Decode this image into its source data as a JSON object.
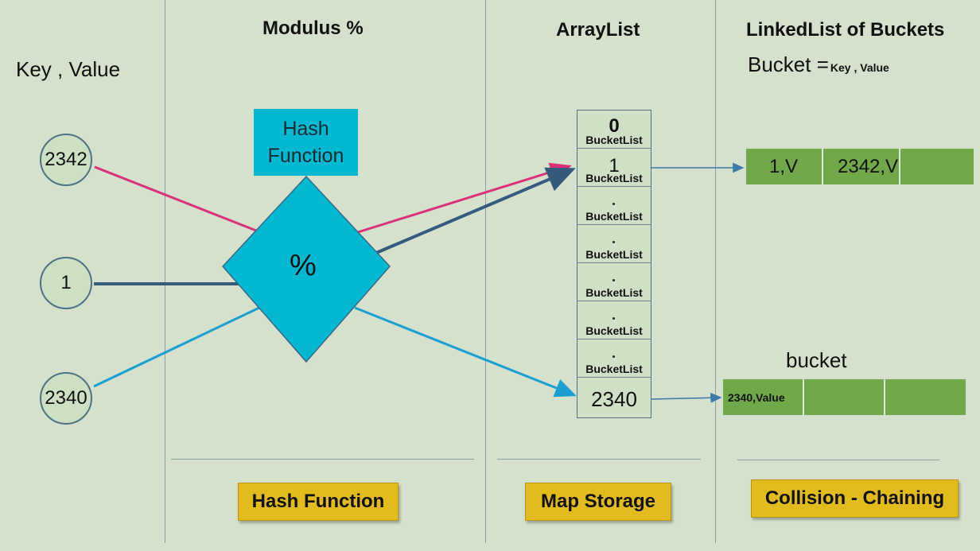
{
  "columns": {
    "input_label": "Key , Value",
    "modulus_heading": "Modulus %",
    "arraylist_heading": "ArrayList",
    "linkedlist_heading": "LinkedList of Buckets",
    "bucket_def": "Bucket =",
    "bucket_def_small": "Key , Value"
  },
  "keys": [
    "2342",
    "1",
    "2340"
  ],
  "hash_function": {
    "box_label": "Hash Function",
    "operator": "%"
  },
  "array": {
    "cell_label": "BucketList",
    "indices": [
      "0",
      "1",
      "2340"
    ]
  },
  "chains": {
    "row1": [
      "1,V",
      "2342,V",
      ""
    ],
    "bucket_label": "bucket",
    "row2": [
      "2340,Value",
      "",
      ""
    ]
  },
  "buttons": {
    "hash": "Hash Function",
    "storage": "Map Storage",
    "collision": "Collision - Chaining"
  },
  "colors": {
    "background": "#d5e1cc",
    "pink_arrow": "#d9317a",
    "navy_arrow": "#365a7c",
    "cyan_arrow": "#1a9fd0",
    "diamond": "#00b8d0",
    "node_green": "#70a84a",
    "button_gold": "#e2bb1c"
  }
}
